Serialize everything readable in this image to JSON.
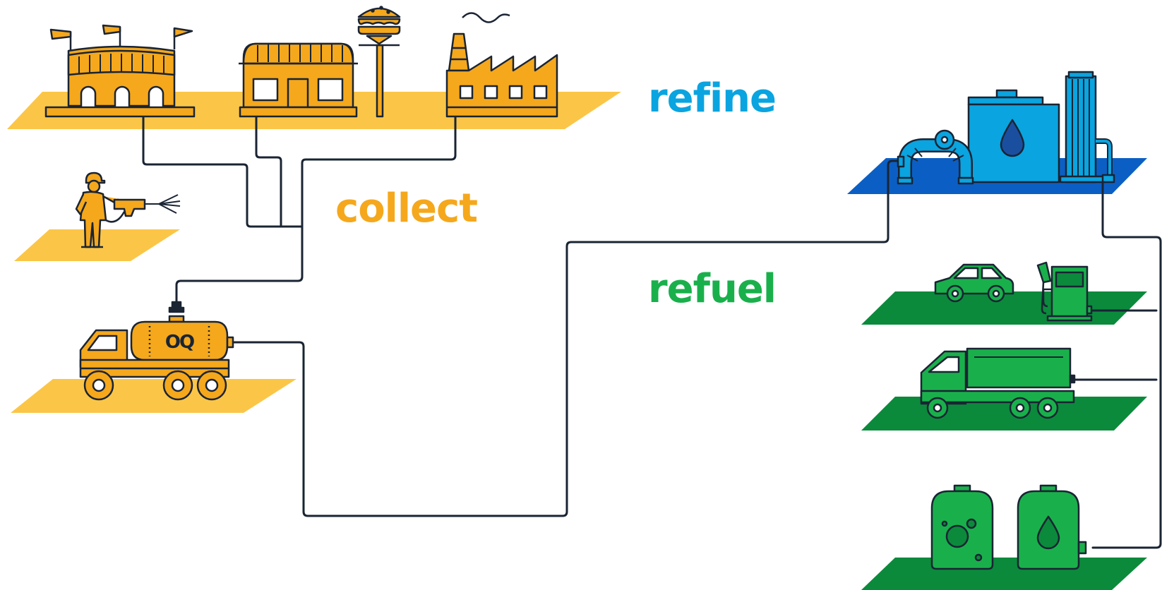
{
  "stages": {
    "collect": "collect",
    "refine": "refine",
    "refuel": "refuel"
  },
  "tanker_logo": "OQ",
  "colors": {
    "collect": "#f5a81c",
    "collect_platform": "#fbc647",
    "refine": "#0aa4e0",
    "refine_platform": "#0b5fc4",
    "refuel": "#19b04b",
    "refuel_platform": "#0b8a3c",
    "outline": "#1a2433",
    "pipe": "#1a2433"
  },
  "icons": {
    "collect": [
      "stadium-icon",
      "shop-icon",
      "burger-sign-icon",
      "factory-icon",
      "worker-pressure-washer-icon",
      "tanker-truck-icon"
    ],
    "refine": [
      "refinery-icon"
    ],
    "refuel": [
      "car-icon",
      "fuel-pump-icon",
      "cargo-truck-icon",
      "storage-tanks-icon"
    ]
  }
}
